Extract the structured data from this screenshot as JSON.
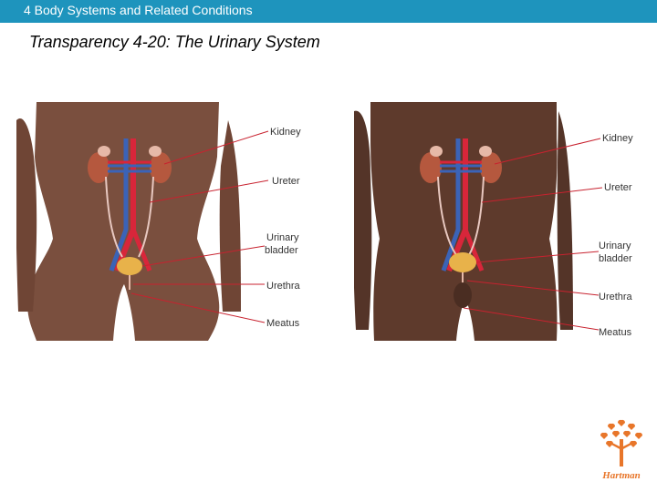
{
  "header": {
    "title": "4 Body Systems and Related Conditions",
    "bar_color": "#1e94bd"
  },
  "slide": {
    "title": "Transparency 4-20: The Urinary System"
  },
  "female_figure": {
    "labels": {
      "kidney": "Kidney",
      "ureter": "Ureter",
      "urinary": "Urinary",
      "bladder": "bladder",
      "urethra": "Urethra",
      "meatus": "Meatus"
    }
  },
  "male_figure": {
    "labels": {
      "kidney": "Kidney",
      "ureter": "Ureter",
      "urinary": "Urinary",
      "bladder": "bladder",
      "urethra": "Urethra",
      "meatus": "Meatus"
    }
  },
  "logo": {
    "text": "Hartman",
    "color": "#e8762a"
  },
  "colors": {
    "skin": "#7a4f3e",
    "skin_dark": "#5e3a2c",
    "artery": "#d8263a",
    "vein": "#3b63b7",
    "leader": "#c8222f"
  }
}
